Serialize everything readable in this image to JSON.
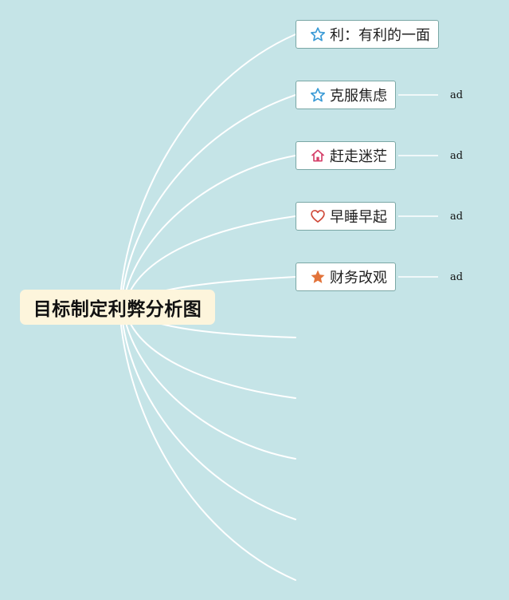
{
  "root": {
    "label": "目标制定利弊分析图"
  },
  "topics": [
    {
      "label": "利：有利的一面",
      "icon": "outline-star-icon",
      "icon_color": "#3a9ad6",
      "note": ""
    },
    {
      "label": "克服焦虑",
      "icon": "outline-star-icon",
      "icon_color": "#3a9ad6",
      "note": "ad"
    },
    {
      "label": "赶走迷茫",
      "icon": "house-icon",
      "icon_color": "#d5406a",
      "note": "ad"
    },
    {
      "label": "早睡早起",
      "icon": "heart-icon",
      "icon_color": "#d04a3a",
      "note": "ad"
    },
    {
      "label": "财务改观",
      "icon": "filled-star-icon",
      "icon_color": "#e2733a",
      "note": "ad"
    }
  ],
  "empty_branch_count": 5,
  "colors": {
    "background": "#c5e4e7",
    "root_fill": "#fdf5dc",
    "node_border": "#7aa7a5",
    "branch_line": "#ffffff"
  }
}
